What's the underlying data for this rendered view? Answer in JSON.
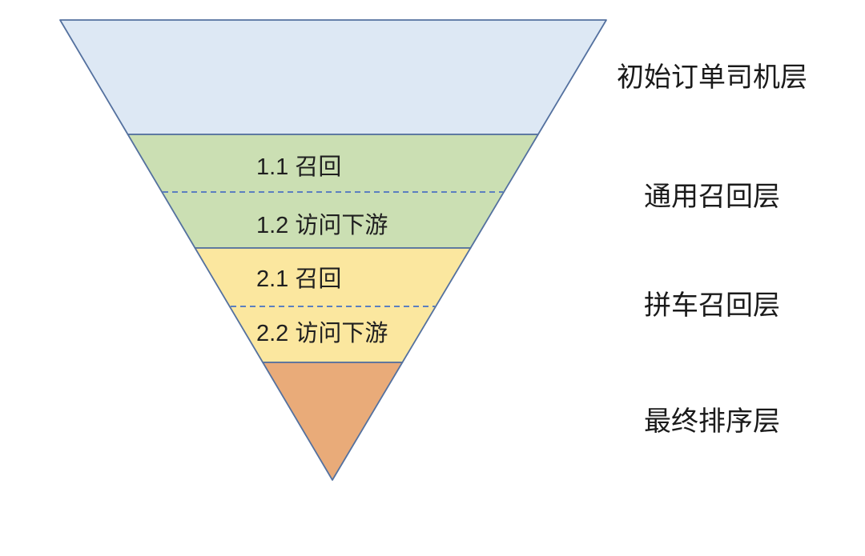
{
  "funnel": {
    "type": "inverted-funnel",
    "colors": {
      "outline": "#54719f",
      "dash": "#5b7fc0",
      "text": "#1f1f1f"
    },
    "layers": [
      {
        "name": "初始订单司机层",
        "color": "#dde8f4",
        "sublabels": []
      },
      {
        "name": "通用召回层",
        "color": "#cbdfb3",
        "sublabels": [
          {
            "text": "1.1 召回"
          },
          {
            "text": "1.2 访问下游"
          }
        ]
      },
      {
        "name": "拼车召回层",
        "color": "#fbe79f",
        "sublabels": [
          {
            "text": "2.1 召回"
          },
          {
            "text": "2.2 访问下游"
          }
        ]
      },
      {
        "name": "最终排序层",
        "color": "#e9ab79",
        "sublabels": []
      }
    ]
  }
}
